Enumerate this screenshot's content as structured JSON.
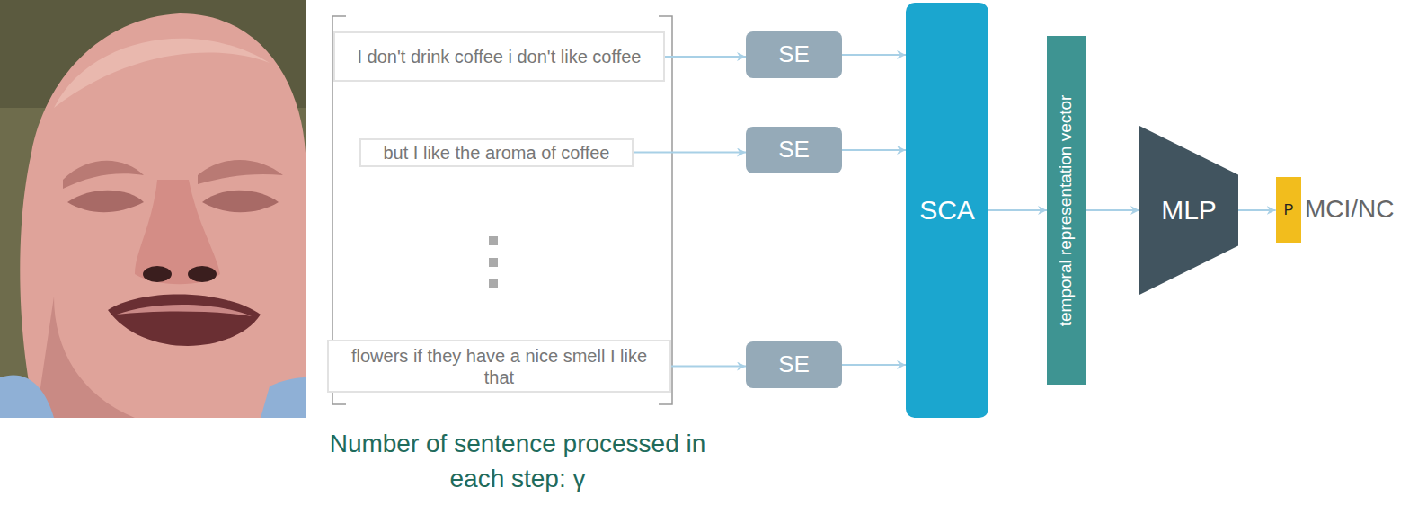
{
  "diagram": {
    "nodes": [
      {
        "text": [
          "I  don't drink coffee i don't like coffee"
        ]
      },
      {
        "text": [
          "but I like the aroma of coffee"
        ]
      },
      {
        "text": [
          "flowers if they have a nice smell I like that"
        ]
      },
      {
        "text": [
          "SE"
        ]
      },
      {
        "text": [
          "SE"
        ]
      },
      {
        "text": [
          "SE"
        ]
      },
      {
        "text": [
          "SCA"
        ]
      },
      {
        "text": [
          "temporal representation vector"
        ]
      },
      {
        "text": [
          "MLP"
        ]
      },
      {
        "text": [
          "P"
        ]
      }
    ],
    "edges": [
      {
        "from": 0,
        "to": 3,
        "arrow": "to"
      },
      {
        "from": 1,
        "to": 4,
        "arrow": "to"
      },
      {
        "from": 2,
        "to": 5,
        "arrow": "to"
      },
      {
        "from": 3,
        "to": 6,
        "arrow": "to"
      },
      {
        "from": 4,
        "to": 6,
        "arrow": "to"
      },
      {
        "from": 5,
        "to": 6,
        "arrow": "to"
      },
      {
        "from": 6,
        "to": 7,
        "arrow": "to"
      },
      {
        "from": 7,
        "to": 8,
        "arrow": "to"
      },
      {
        "from": 8,
        "to": 9,
        "arrow": "to"
      }
    ],
    "labels": [
      "MCI/NC",
      "Number of sentence processed in each step: γ"
    ]
  }
}
